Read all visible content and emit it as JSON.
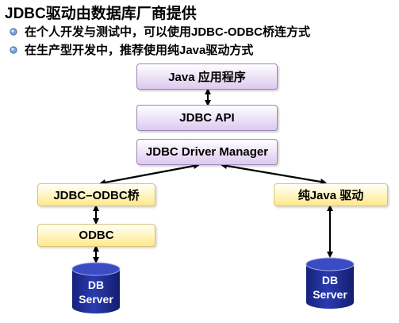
{
  "title": "JDBC驱动由数据库厂商提供",
  "bullets": [
    "在个人开发与测试中，可以使用JDBC-ODBC桥连方式",
    "在生产型开发中，推荐使用纯Java驱动方式"
  ],
  "diagram": {
    "app_box": "Java 应用程序",
    "api_box": "JDBC API",
    "manager_box": "JDBC Driver Manager",
    "bridge_box": "JDBC–ODBC桥",
    "pure_java_box": "纯Java 驱动",
    "odbc_box": "ODBC",
    "db_left": {
      "line1": "DB",
      "line2": "Server"
    },
    "db_right": {
      "line1": "DB",
      "line2": "Server"
    }
  },
  "colors": {
    "purple_box": "#dccaee",
    "yellow_box": "#ffe88a",
    "db_blue": "#1f2f9a",
    "bullet_blue": "#5b84c4"
  }
}
